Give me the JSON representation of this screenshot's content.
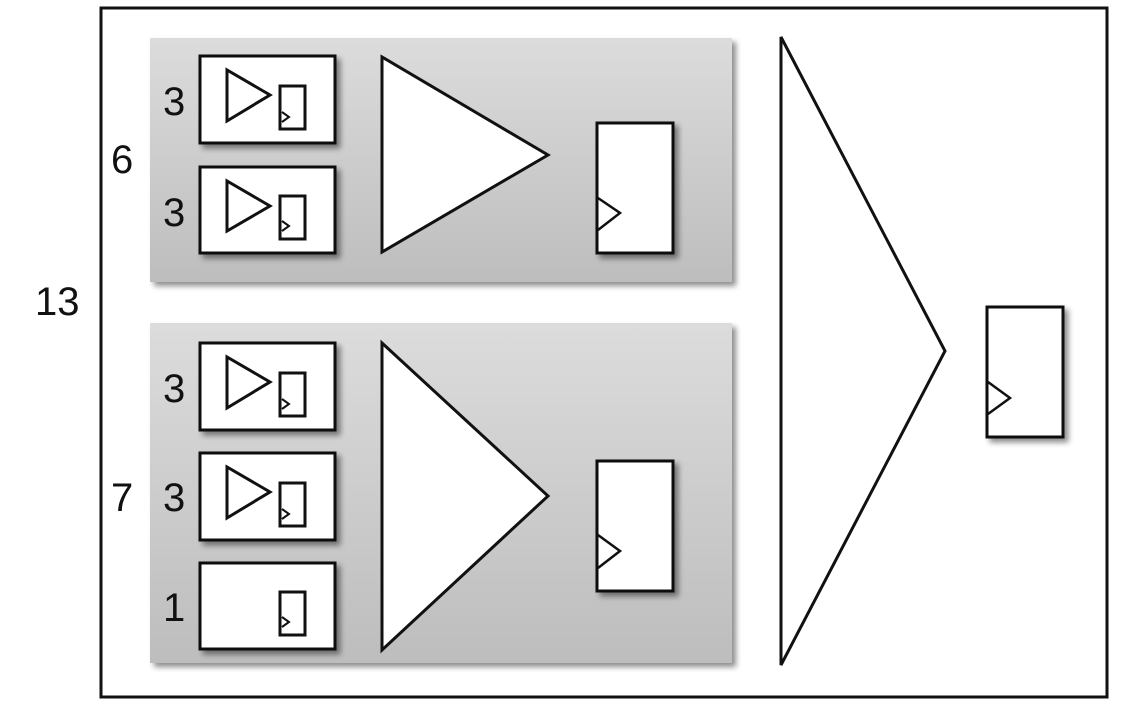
{
  "labels": {
    "total": "13",
    "group_a_total": "6",
    "group_b_total": "7"
  },
  "groups": [
    {
      "name": "top-group",
      "total_label": "6",
      "units": [
        {
          "label": "3",
          "has_buffer": true
        },
        {
          "label": "3",
          "has_buffer": true
        }
      ]
    },
    {
      "name": "bottom-group",
      "total_label": "7",
      "units": [
        {
          "label": "3",
          "has_buffer": true
        },
        {
          "label": "3",
          "has_buffer": true
        },
        {
          "label": "1",
          "has_buffer": false
        }
      ]
    }
  ],
  "colors": {
    "outline": "#111111",
    "group_fill_top": "#dcdcdc",
    "group_fill_bottom": "#bdbdbd",
    "shape_fill": "#ffffff"
  }
}
